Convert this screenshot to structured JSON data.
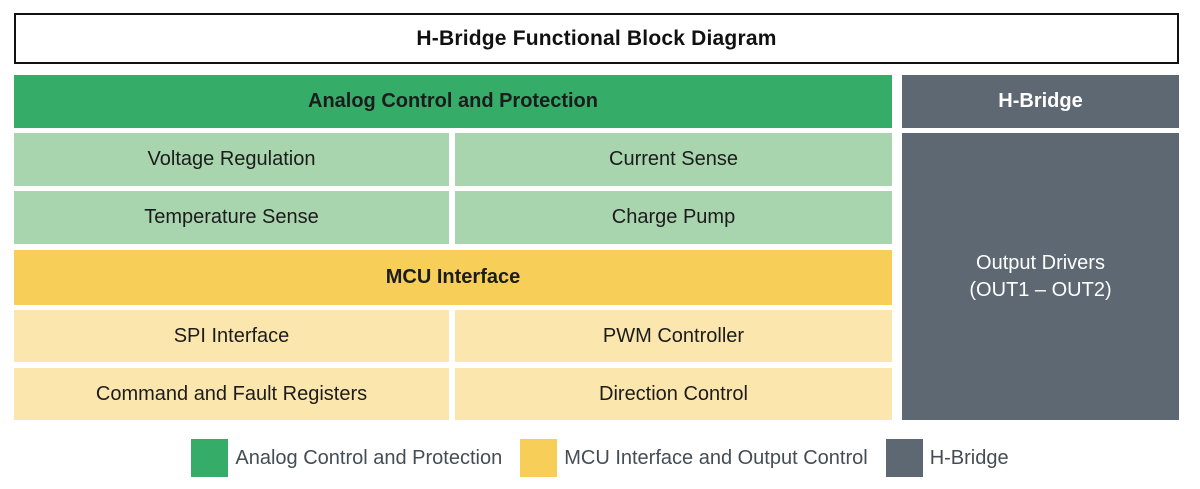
{
  "title": "H-Bridge Functional Block Diagram",
  "colors": {
    "analog_green": "#35AD68",
    "analog_light_green": "#A8D4AE",
    "mcu_yellow": "#F7CE58",
    "mcu_light_yellow": "#FBE7AD",
    "hbridge_slate": "#5D6872",
    "legend_text": "#454D54",
    "border_black": "#111111"
  },
  "analog_section": {
    "header": "Analog Control and Protection",
    "cells": [
      "Voltage Regulation",
      "Current Sense",
      "Temperature Sense",
      "Charge Pump"
    ]
  },
  "mcu_section": {
    "header": "MCU Interface",
    "cells": [
      "SPI Interface",
      "PWM Controller",
      "Command and Fault Registers",
      "Direction Control"
    ]
  },
  "hbridge_section": {
    "header": "H-Bridge",
    "output_drivers_line1": "Output Drivers",
    "output_drivers_line2": "(OUT1 – OUT2)"
  },
  "legend": {
    "items": [
      {
        "label": "Analog Control and Protection",
        "color": "#35AD68"
      },
      {
        "label": "MCU Interface and Output Control",
        "color": "#F7CE58"
      },
      {
        "label": "H-Bridge",
        "color": "#5D6872"
      }
    ]
  }
}
